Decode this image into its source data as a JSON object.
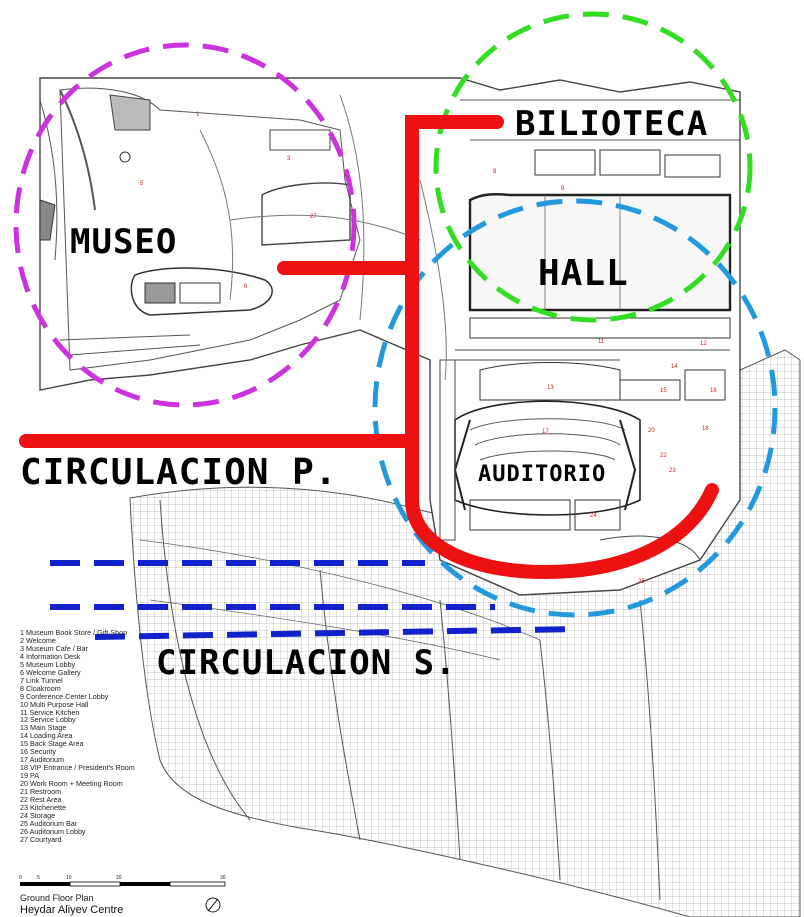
{
  "labels": {
    "biblioteca": "BILIOTECA",
    "museo": "MUSEO",
    "hall": "HALL",
    "auditorio": "AUDITORIO",
    "circulacion_p": "CIRCULACION P.",
    "circulacion_s": "CIRCULACION S."
  },
  "legend": [
    "1 Museum Book Store / Gift Shop",
    "2 Welcome",
    "3 Museum Cafe / Bar",
    "4 Information Desk",
    "5 Museum Lobby",
    "6 Welcome Gallery",
    "7 Link Tunnel",
    "8 Cloakroom",
    "9 Conference Center Lobby",
    "10 Multi Purpose Hall",
    "11 Service Kitchen",
    "12 Service Lobby",
    "13 Main Stage",
    "14 Loading Area",
    "15 Back Stage Area",
    "16 Security",
    "17 Auditorium",
    "18 VIP Entrance / President's Room",
    "19 PA",
    "20 Work Room + Meeting Room",
    "21 Restroom",
    "22 Rest Area",
    "23 Kitchenette",
    "24 Storage",
    "25 Auditorium Bar",
    "26 Auditorium Lobby",
    "27 Courtyard"
  ],
  "room_numbers": [
    "1",
    "3",
    "5",
    "6",
    "27",
    "8",
    "9",
    "11",
    "12",
    "13",
    "14",
    "15",
    "16",
    "17",
    "18",
    "20",
    "22",
    "23",
    "24",
    "25"
  ],
  "scale_ticks": [
    "0",
    "5",
    "10",
    "20",
    "30"
  ],
  "plan_title": "Ground Floor Plan",
  "building_name": "Heydar Aliyev Centre",
  "colors": {
    "museo_zone": "#cc33dd",
    "biblioteca_zone": "#33dd22",
    "auditorio_zone": "#2299dd",
    "circulacion_primary": "#ee1111",
    "circulacion_secondary": "#1122cc",
    "plan_lines": "#555555"
  }
}
